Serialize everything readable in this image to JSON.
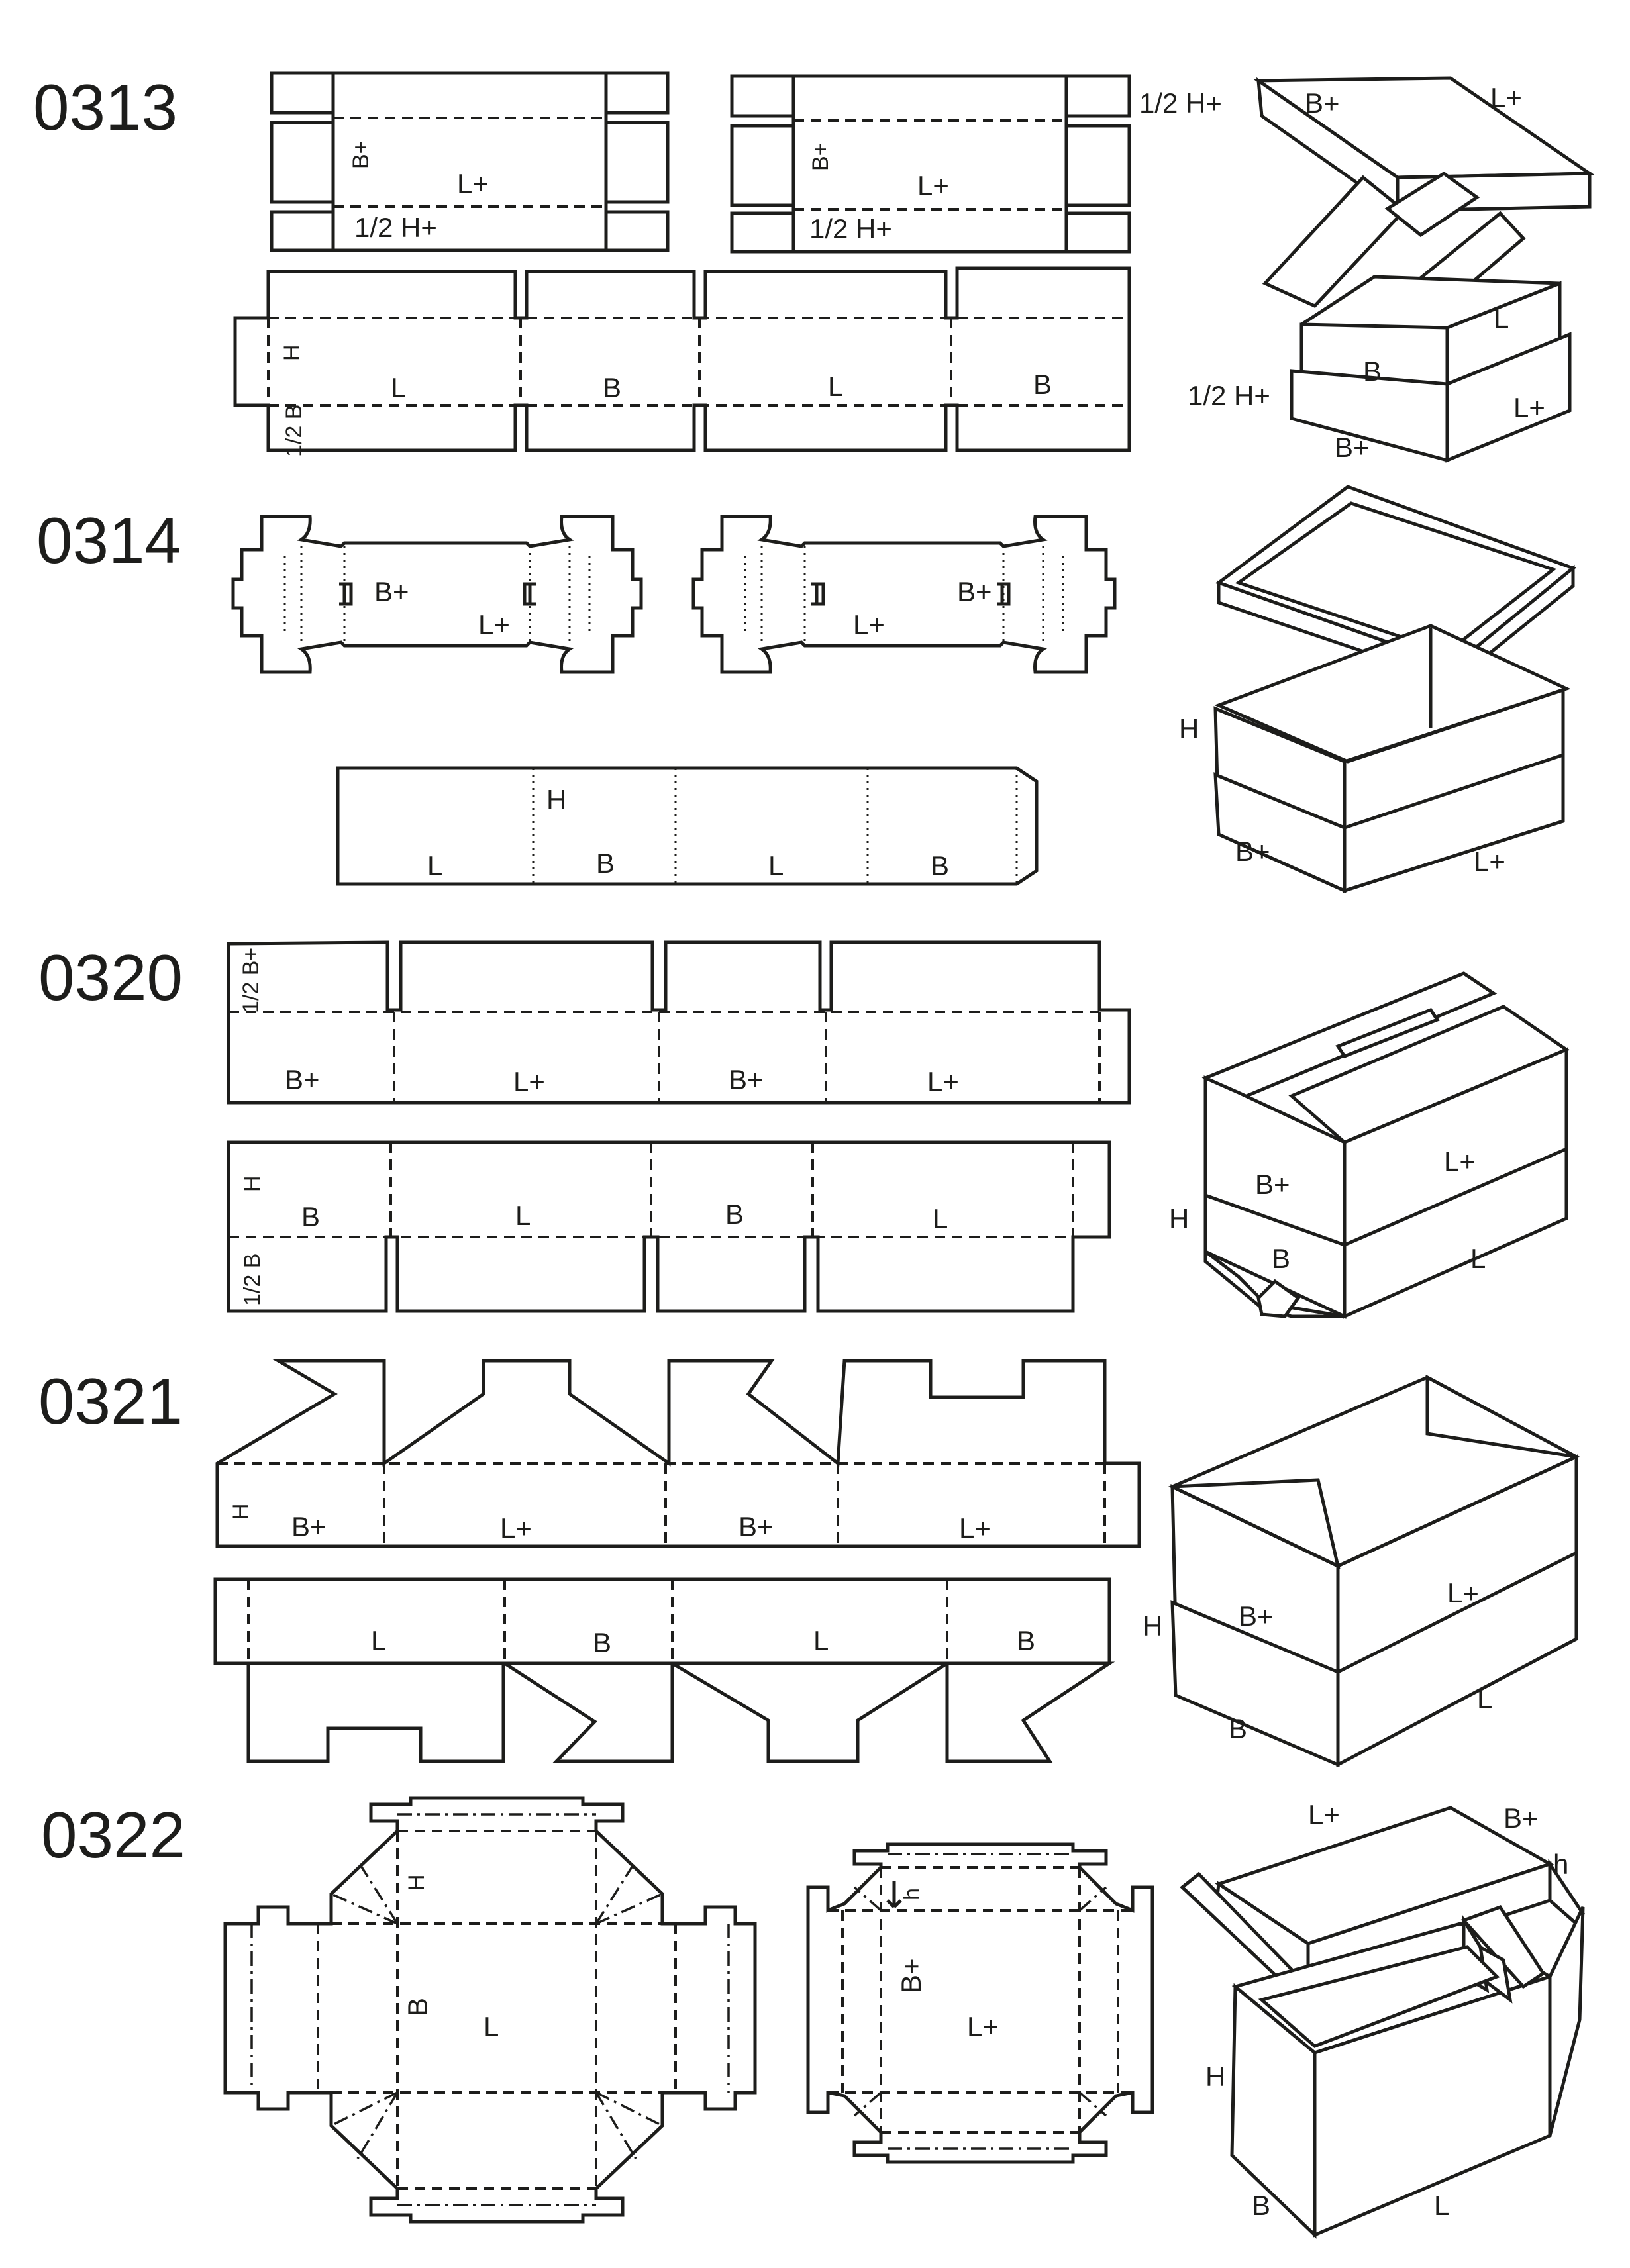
{
  "colors": {
    "line": "#1d1d1b",
    "background": "#ffffff"
  },
  "styles": [
    {
      "code": "0313",
      "blank_lid_a": {
        "b_plus": "B+",
        "l_plus": "L+",
        "half_h_plus": "1/2 H+"
      },
      "blank_lid_b": {
        "b_plus": "B+",
        "l_plus": "L+",
        "half_h_plus": "1/2 H+"
      },
      "blank_body": {
        "h": "H",
        "half_b": "1/2 B",
        "panels": [
          "L",
          "B",
          "L",
          "B"
        ]
      },
      "view": {
        "half_h_plus_top": "1/2 H+",
        "b_plus_top": "B+",
        "l_plus_top": "L+",
        "l": "L",
        "b": "B",
        "half_h_plus_bottom": "1/2 H+",
        "l_plus_bottom": "L+",
        "b_plus_bottom": "B+"
      }
    },
    {
      "code": "0314",
      "blank_tray_a": {
        "b_plus": "B+",
        "l_plus": "L+"
      },
      "blank_tray_b": {
        "b_plus": "B+",
        "l_plus": "L+"
      },
      "blank_sleeve": {
        "h": "H",
        "panels": [
          "L",
          "B",
          "L",
          "B"
        ]
      },
      "view": {
        "h": "H",
        "b_plus": "B+",
        "l_plus": "L+"
      }
    },
    {
      "code": "0320",
      "blank_top": {
        "half_b_plus": "1/2 B+",
        "panels": [
          "B+",
          "L+",
          "B+",
          "L+"
        ]
      },
      "blank_bottom": {
        "h": "H",
        "half_b": "1/2 B",
        "panels": [
          "B",
          "L",
          "B",
          "L"
        ]
      },
      "view": {
        "b_plus": "B+",
        "l_plus": "L+",
        "h": "H",
        "b": "B",
        "l": "L"
      }
    },
    {
      "code": "0321",
      "blank_top": {
        "h": "H",
        "panels": [
          "B+",
          "L+",
          "B+",
          "L+"
        ]
      },
      "blank_bottom": {
        "panels": [
          "L",
          "B",
          "L",
          "B"
        ]
      },
      "view": {
        "h": "H",
        "b_plus": "B+",
        "l_plus": "L+",
        "b": "B",
        "l": "L"
      }
    },
    {
      "code": "0322",
      "blank_base": {
        "h": "H",
        "b": "B",
        "l": "L"
      },
      "blank_lid": {
        "h": "h",
        "b_plus": "B+",
        "l_plus": "L+"
      },
      "view": {
        "l_plus": "L+",
        "b_plus": "B+",
        "h_small": "h",
        "h": "H",
        "b": "B",
        "l": "L"
      }
    }
  ]
}
